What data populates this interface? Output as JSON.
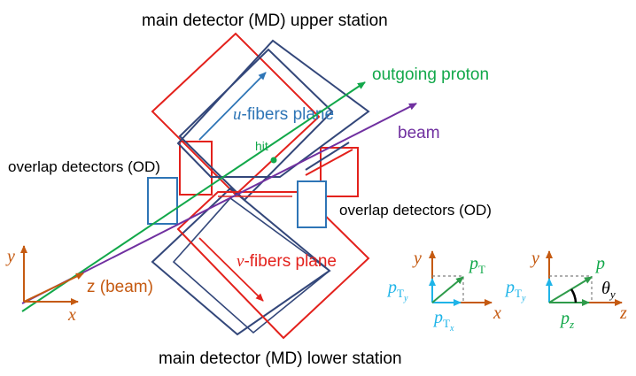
{
  "title_upper": "main detector (MD) upper station",
  "title_lower": "main detector (MD) lower station",
  "u_plane": {
    "italic": "u",
    "rest": "-fibers plane"
  },
  "v_plane": {
    "italic": "v",
    "rest": "-fibers plane"
  },
  "outgoing_proton": "outgoing proton",
  "beam": "beam",
  "hit": "hit",
  "od_left": "overlap detectors (OD)",
  "od_right": "overlap detectors (OD)",
  "axes_main": {
    "y": "y",
    "x": "x",
    "z": "z (beam)"
  },
  "momentum_transverse": {
    "y_axis": "y",
    "x_axis": "x",
    "pT": "p",
    "pT_sub": "T",
    "pTy": "p",
    "pTy_sub": "T",
    "pTy_subsub": "y",
    "pTx": "p",
    "pTx_sub": "T",
    "pTx_subsub": "x"
  },
  "momentum_longitudinal": {
    "y_axis": "y",
    "z_axis": "z",
    "p": "p",
    "pTy": "p",
    "pTy_sub": "T",
    "pTy_subsub": "y",
    "pz": "p",
    "pz_sub": "z",
    "theta": "θ",
    "theta_sub": "y"
  },
  "colors": {
    "md_red": "#e3211c",
    "md_blue": "#33477a",
    "od_blue": "#2e75b6",
    "proton_green": "#12a84a",
    "beam_purple": "#7030a0",
    "axis_orange": "#c55a11",
    "cyan": "#1fb4e8"
  }
}
